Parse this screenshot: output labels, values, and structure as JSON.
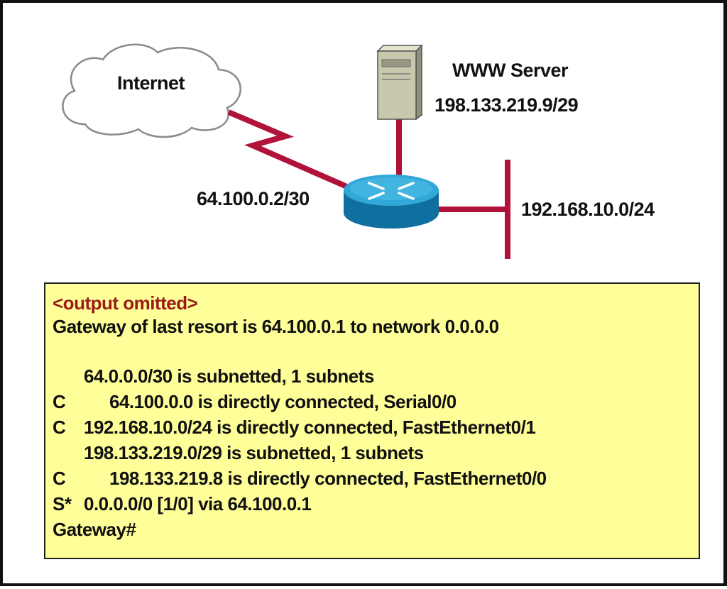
{
  "diagram": {
    "internet_label": "Internet",
    "server_name": "WWW Server",
    "server_ip": "198.133.219.9/29",
    "serial_ip": "64.100.0.2/30",
    "lan_network": "192.168.10.0/24",
    "colors": {
      "link": "#b0123a",
      "router": "#1f8fbf",
      "cli_background": "#ffff99",
      "omitted_text": "#9b1b1b"
    },
    "icons": [
      "cloud-icon",
      "server-icon",
      "router-icon"
    ]
  },
  "cli": {
    "omitted": "<output omitted>",
    "gateway": "Gateway of last resort is 64.100.0.1 to network 0.0.0.0",
    "routes": [
      {
        "code": "",
        "text": "64.0.0.0/30 is subnetted, 1 subnets"
      },
      {
        "code": "C",
        "text": "64.100.0.0 is directly connected, Serial0/0"
      },
      {
        "code": "C",
        "text": "192.168.10.0/24 is directly connected, FastEthernet0/1"
      },
      {
        "code": "",
        "text": "198.133.219.0/29 is subnetted, 1 subnets"
      },
      {
        "code": "C",
        "text": "198.133.219.8 is directly connected, FastEthernet0/0"
      },
      {
        "code": "S*",
        "text": "0.0.0.0/0 [1/0] via 64.100.0.1"
      }
    ],
    "prompt": "Gateway#"
  }
}
